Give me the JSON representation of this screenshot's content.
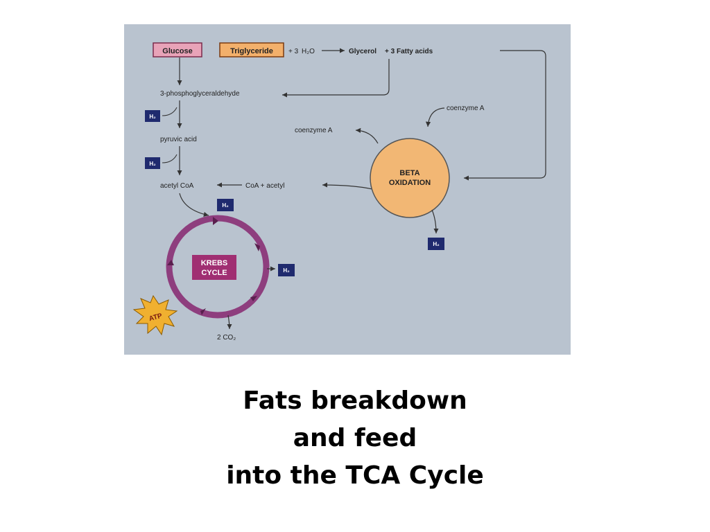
{
  "caption": {
    "line1": "Fats breakdown",
    "line2": "and feed",
    "line3": "into the TCA Cycle"
  },
  "diagram": {
    "glucose": "Glucose",
    "triglyceride": "Triglyceride",
    "plus_three": "+ 3",
    "water": "H₂O",
    "glycerol": "Glycerol",
    "fatty_acids": "+ 3  Fatty  acids",
    "pga": "3-phosphoglyceraldehyde",
    "pyruvic": "pyruvic acid",
    "acetyl_coa": "acetyl CoA",
    "coa_acetyl": "CoA + acetyl",
    "coenzyme_a_in": "coenzyme A",
    "coenzyme_a_out": "coenzyme A",
    "beta_line1": "BETA",
    "beta_line2": "OXIDATION",
    "krebs_line1": "KREBS",
    "krebs_line2": "CYCLE",
    "h2": "H₂",
    "atp": "ATP",
    "co2": "2 CO₂"
  },
  "colors": {
    "background": "#b9c3cf",
    "glucose_box": "#e8a3b8",
    "triglyceride_box": "#f3b06b",
    "beta_circle": "#f2b774",
    "krebs_ring": "#8e3e7e",
    "krebs_box": "#a02e72",
    "h2_box": "#1f2a6e",
    "atp_star": "#f0b030"
  }
}
